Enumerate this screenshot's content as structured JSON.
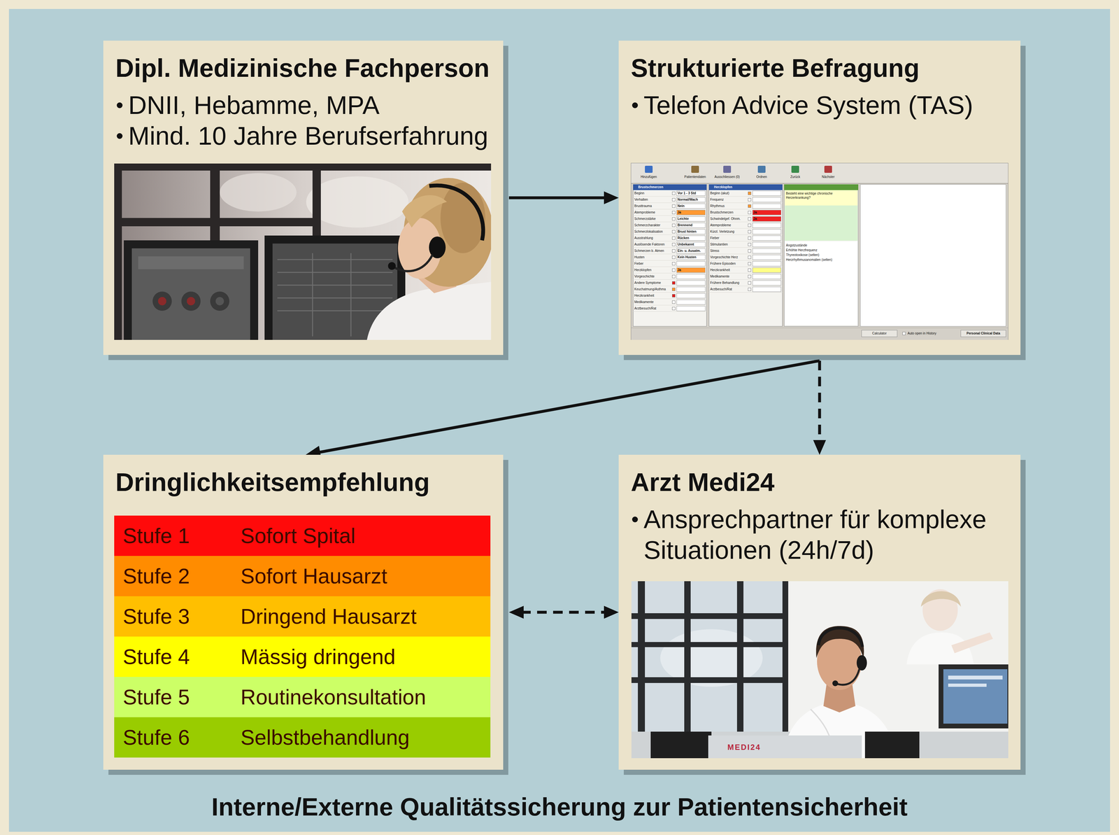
{
  "diagram": {
    "nodes": [
      {
        "text": [
          "Dipl. Medizinische Fachperson",
          "DNII, Hebamme, MPA",
          "Mind. 10 Jahre Berufserfahrung"
        ]
      },
      {
        "text": [
          "Strukturierte Befragung",
          "Telefon Advice System (TAS)"
        ]
      },
      {
        "text": [
          "Dringlichkeitsempfehlung"
        ]
      },
      {
        "text": [
          "Stufe 1",
          "Sofort Spital"
        ],
        "in": 2
      },
      {
        "text": [
          "Stufe 2",
          "Sofort Hausarzt"
        ],
        "in": 2
      },
      {
        "text": [
          "Stufe 3",
          "Dringend Hausarzt"
        ],
        "in": 2
      },
      {
        "text": [
          "Stufe 4",
          "Mässig dringend"
        ],
        "in": 2
      },
      {
        "text": [
          "Stufe 5",
          "Routinekonsultation"
        ],
        "in": 2
      },
      {
        "text": [
          "Stufe 6",
          "Selbstbehandlung"
        ],
        "in": 2
      },
      {
        "text": [
          "Arzt Medi24",
          "Ansprechpartner für komplexe Situationen (24h/7d)"
        ]
      }
    ],
    "edges": [
      {
        "from": 0,
        "to": 1,
        "arrow": "to"
      },
      {
        "from": 1,
        "to": 2,
        "arrow": "to"
      },
      {
        "from": 1,
        "to": 9,
        "arrow": "to"
      },
      {
        "from": 2,
        "to": 9,
        "arrow": "both"
      }
    ],
    "labels": [
      "Hinzufügen",
      "Patientendaten",
      "Ausschliessen (0)",
      "Ordnen",
      "Zurück",
      "Nächster",
      "Brustschmerzen",
      "Herzklopfen",
      "Beginn",
      "Vor 1 - 3 Std",
      "Verhalten",
      "Normal/Wach",
      "Brusttrauma",
      "Nein",
      "Atemprobleme",
      "Ja",
      "Schmerzstärke",
      "Leichte",
      "Schmerzcharakter",
      "Brennend",
      "Schmerzlokalisation",
      "Brust hinten",
      "Ausstrahlung",
      "Rücken",
      "Auslösende Faktoren",
      "Unbekannt",
      "Schmerzen b. Atmen",
      "Ein- u. Ausatm.",
      "Husten",
      "Kein Husten",
      "Fieber",
      "Herzklopfen",
      "Ja",
      "Vorgeschichte",
      "Andere Symptome",
      "Keuchatmung/Asthma",
      "Herzkrankheit",
      "Medikamente",
      "Arztbesuch/Rat",
      "Beginn (akut)",
      "Frequenz",
      "Rhythmus",
      "Brustschmerzen",
      "Ja",
      "Schwindelgef. Ohnm.",
      "Ja",
      "Atemprobleme",
      "Kürzl. Verletzung",
      "Fieber",
      "Stimulantien",
      "Stress",
      "Vorgeschichte Herz",
      "Frühere Episoden",
      "Herzkrankheit",
      "Medikamente",
      "Frühere Behandlung",
      "Arztbesuch/Rat",
      "Besteht eine wichtige chronische Herzerkrankung?",
      "Angstzustände",
      "Erhöhte Herzfrequenz",
      "Thyreotoxikose (selten)",
      "Herzrhythmusanomalien (selten)",
      "Calculator",
      "Auto open in History",
      "Personal Clinical Data",
      "MEDI24"
    ],
    "caption": "Interne/Externe Qualitätssicherung zur Patientensicherheit"
  }
}
